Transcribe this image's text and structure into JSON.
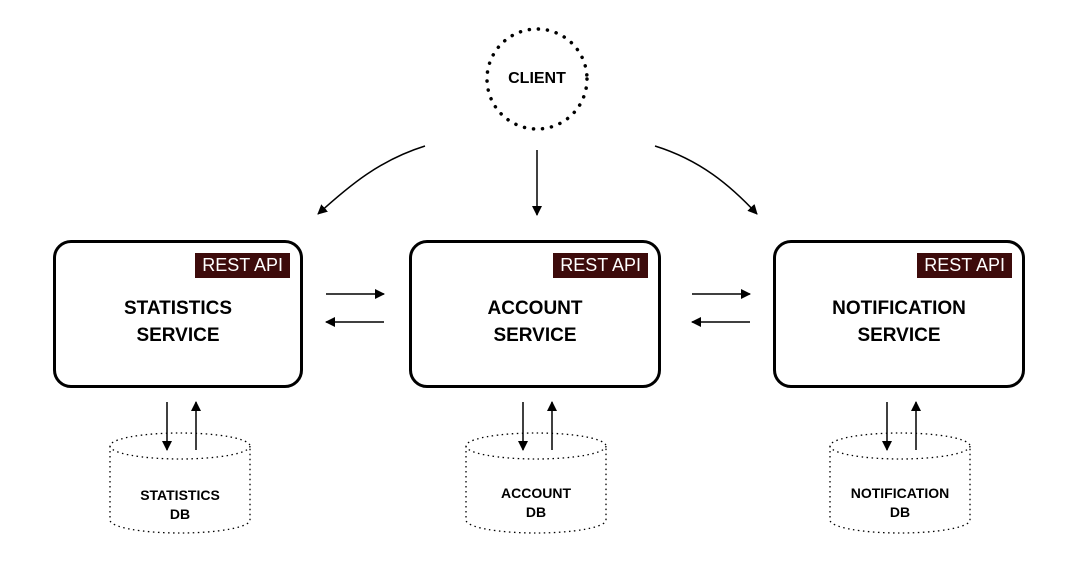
{
  "client": {
    "label": "CLIENT"
  },
  "services": [
    {
      "id": "statistics",
      "title_line1": "STATISTICS",
      "title_line2": "SERVICE",
      "api": "REST API",
      "db_line1": "STATISTICS",
      "db_line2": "DB"
    },
    {
      "id": "account",
      "title_line1": "ACCOUNT",
      "title_line2": "SERVICE",
      "api": "REST API",
      "db_line1": "ACCOUNT",
      "db_line2": "DB"
    },
    {
      "id": "notification",
      "title_line1": "NOTIFICATION",
      "title_line2": "SERVICE",
      "api": "REST API",
      "db_line1": "NOTIFICATION",
      "db_line2": "DB"
    }
  ],
  "colors": {
    "api_badge": "#3d0b0b",
    "stroke": "#000000",
    "background": "#ffffff"
  }
}
